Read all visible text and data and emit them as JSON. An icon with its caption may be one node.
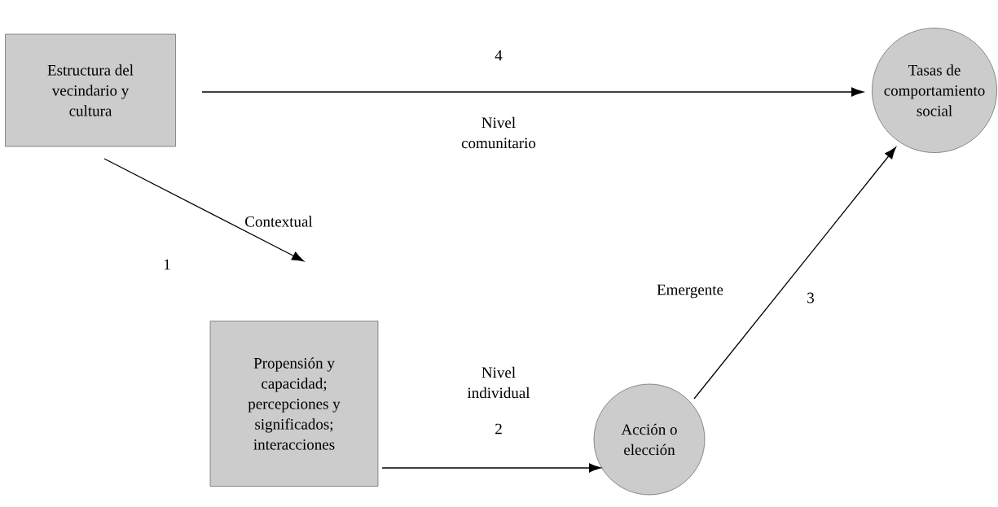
{
  "diagram": {
    "nodes": [
      {
        "text": [
          "Estructura del vecindario y cultura"
        ]
      },
      {
        "text": [
          "Tasas de comportamiento social"
        ]
      },
      {
        "text": [
          "Propensión y capacidad; percepciones y significados; interacciones"
        ]
      },
      {
        "text": [
          "Acción o elección"
        ]
      }
    ],
    "edges": [
      {
        "from": 0,
        "to": 1,
        "arrow": "to",
        "label": "4"
      },
      {
        "from": 0,
        "to": 2,
        "arrow": "to",
        "label": "1"
      },
      {
        "from": 2,
        "to": 3,
        "arrow": "to",
        "label": "2"
      },
      {
        "from": 3,
        "to": 1,
        "arrow": "to",
        "label": "3"
      }
    ],
    "labels": [
      "Nivel comunitario",
      "Contextual",
      "Emergente",
      "Nivel individual"
    ]
  }
}
